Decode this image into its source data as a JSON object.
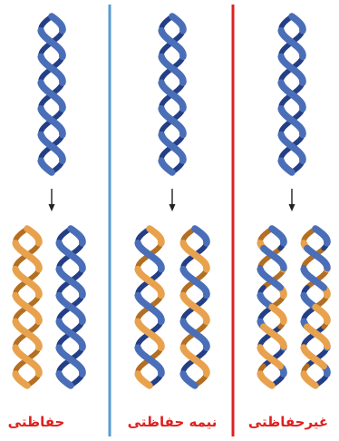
{
  "colors": {
    "blue_strand": "#4a6fb8",
    "blue_strand_dark": "#243f86",
    "orange_strand": "#e8a24e",
    "orange_strand_dark": "#b36f22",
    "divider_left": "#5a9bd4",
    "divider_right": "#e02020",
    "label_text": "#e02020",
    "arrow": "#222222"
  },
  "panels": [
    {
      "id": "conservative",
      "label": "حفاظتی",
      "result": [
        "orange",
        "blue"
      ]
    },
    {
      "id": "semiconservative",
      "label": "نیمه حفاظتی",
      "result": [
        "orange-blue",
        "blue-orange"
      ]
    },
    {
      "id": "dispersive",
      "label": "غیرحفاظتی",
      "result": [
        "mixed",
        "mixed"
      ]
    }
  ]
}
